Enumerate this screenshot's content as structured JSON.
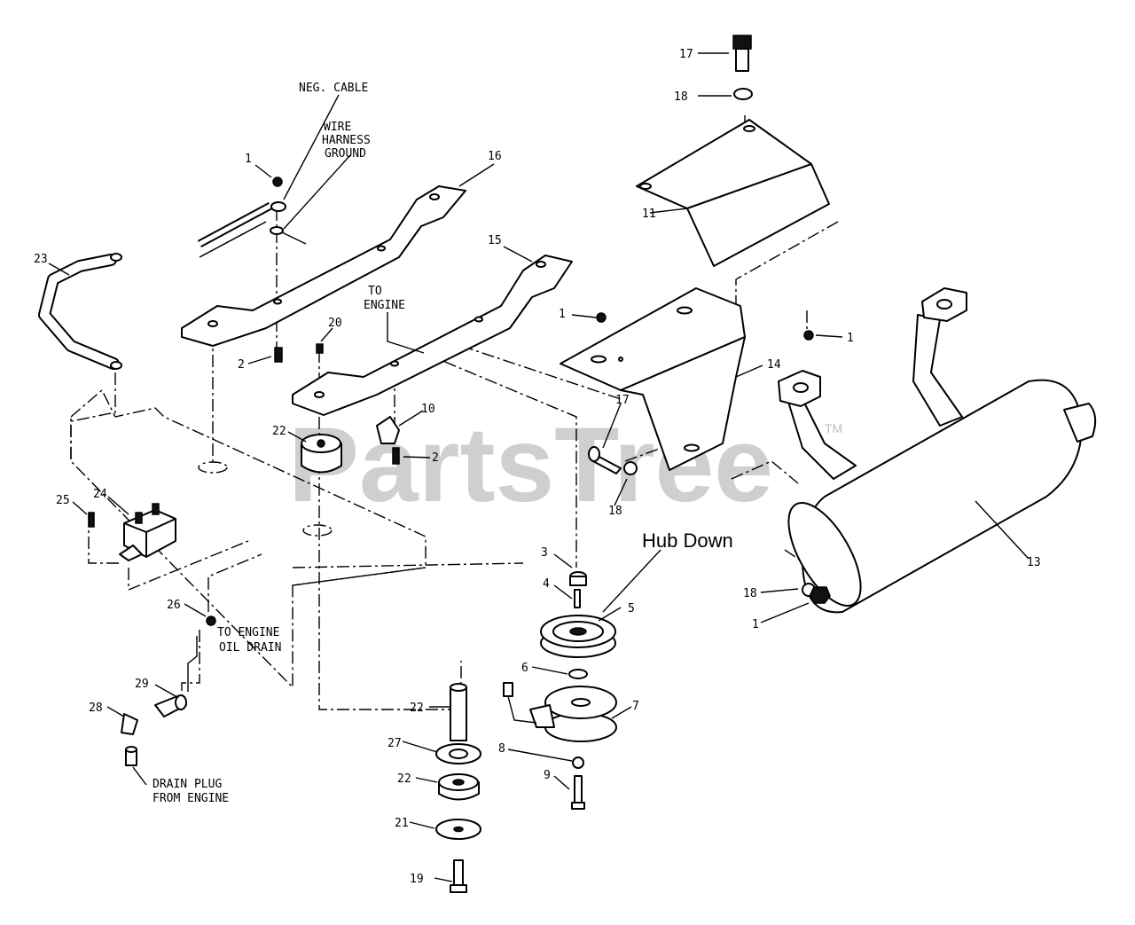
{
  "watermark": {
    "text": "PartsTree",
    "trademark": "TM"
  },
  "note_hub_down": "Hub Down",
  "notes": {
    "neg_cable": "NEG. CABLE",
    "wire_harness_1": "WIRE",
    "wire_harness_2": "HARNESS",
    "wire_harness_3": "GROUND",
    "to_engine_1": "TO",
    "to_engine_2": "ENGINE",
    "oil_drain_1": "TO ENGINE",
    "oil_drain_2": "OIL DRAIN",
    "drain_plug_1": "DRAIN PLUG",
    "drain_plug_2": "FROM ENGINE"
  },
  "callouts": [
    {
      "label": "17"
    },
    {
      "label": "18"
    },
    {
      "label": "16"
    },
    {
      "label": "11"
    },
    {
      "label": "1"
    },
    {
      "label": "23"
    },
    {
      "label": "15"
    },
    {
      "label": "1"
    },
    {
      "label": "1"
    },
    {
      "label": "20"
    },
    {
      "label": "2"
    },
    {
      "label": "14"
    },
    {
      "label": "10"
    },
    {
      "label": "22"
    },
    {
      "label": "17"
    },
    {
      "label": "2"
    },
    {
      "label": "18"
    },
    {
      "label": "25"
    },
    {
      "label": "24"
    },
    {
      "label": "3"
    },
    {
      "label": "4"
    },
    {
      "label": "5"
    },
    {
      "label": "13"
    },
    {
      "label": "18"
    },
    {
      "label": "1"
    },
    {
      "label": "26"
    },
    {
      "label": "6"
    },
    {
      "label": "7"
    },
    {
      "label": "29"
    },
    {
      "label": "28"
    },
    {
      "label": "22"
    },
    {
      "label": "27"
    },
    {
      "label": "8"
    },
    {
      "label": "9"
    },
    {
      "label": "22"
    },
    {
      "label": "21"
    },
    {
      "label": "19"
    }
  ]
}
